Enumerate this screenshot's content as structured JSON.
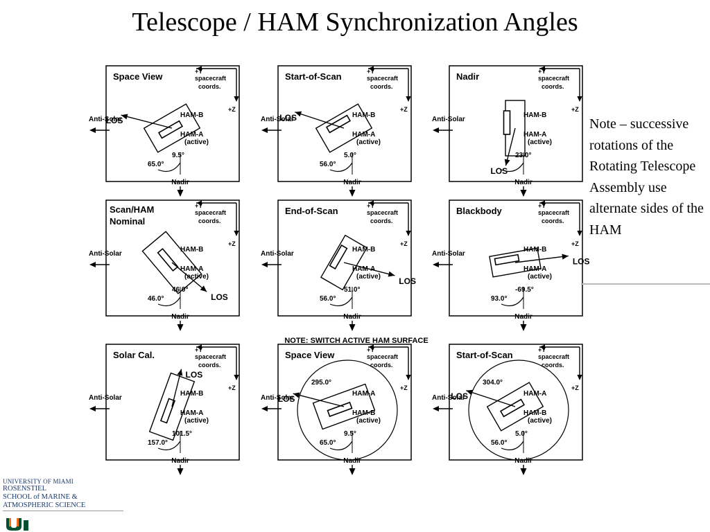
{
  "title": "Telescope / HAM Synchronization Angles",
  "note": "Note – successive rotations of the Rotating Telescope Assembly use alternate sides of the HAM",
  "switch_note": "NOTE: SWITCH ACTIVE HAM SURFACE",
  "labels": {
    "plus_y": "+Y",
    "plus_z": "+Z",
    "spacecraft": "spacecraft",
    "coords": "coords.",
    "anti_solar": "Anti-Solar",
    "nadir": "Nadir",
    "los": "LOS"
  },
  "panels": [
    {
      "title": "Space View",
      "ham_top": "HAM-B",
      "ham_active": "HAM-A",
      "active": "(active)",
      "angle_a": "9.5°",
      "angle_b": "65.0°"
    },
    {
      "title": "Start-of-Scan",
      "ham_top": "HAM-B",
      "ham_active": "HAM-A",
      "active": "(active)",
      "angle_a": "5.0°",
      "angle_b": "56.0°"
    },
    {
      "title": "Nadir",
      "ham_top": "HAM-B",
      "ham_active": "HAM-A",
      "active": "(active)",
      "angle_a": "23.0°",
      "angle_b": ""
    },
    {
      "title": "Scan/HAM Nominal",
      "ham_top": "HAM-B",
      "ham_active": "HAM-A",
      "active": "(active)",
      "angle_a": "46.0°",
      "angle_b": "46.0°"
    },
    {
      "title": "End-of-Scan",
      "ham_top": "HAM-B",
      "ham_active": "HAM-A",
      "active": "(active)",
      "angle_a": "51.0°",
      "angle_b": "56.0°"
    },
    {
      "title": "Blackbody",
      "ham_top": "HAM-B",
      "ham_active": "HAM-A",
      "active": "(active)",
      "angle_a": "-69.5°",
      "angle_b": "93.0°"
    },
    {
      "title": "Solar Cal.",
      "ham_top": "HAM-B",
      "ham_active": "HAM-A",
      "active": "(active)",
      "angle_a": "101.5°",
      "angle_b": "157.0°"
    },
    {
      "title": "Space View",
      "ham_top": "HAM-A",
      "ham_active": "HAM-B",
      "active": "(active)",
      "angle_a": "9.5°",
      "angle_b": "65.0°",
      "angle_c": "295.0°"
    },
    {
      "title": "Start-of-Scan",
      "ham_top": "HAM-A",
      "ham_active": "HAM-B",
      "active": "(active)",
      "angle_a": "5.0°",
      "angle_b": "56.0°",
      "angle_c": "304.0°"
    }
  ],
  "logo": {
    "line1": "UNIVERSITY OF MIAMI",
    "line2": "ROSENSTIEL",
    "line3": "SCHOOL of MARINE &",
    "line4": "ATMOSPHERIC SCIENCE",
    "brand_green": "#005030",
    "brand_orange": "#f47321"
  }
}
